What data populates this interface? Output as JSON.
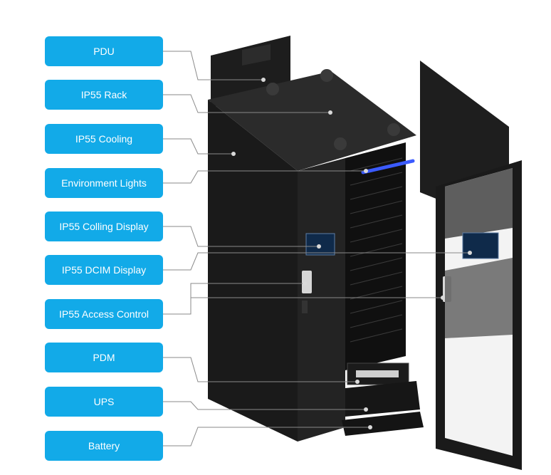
{
  "labels": [
    {
      "id": "pdu",
      "text": "PDU"
    },
    {
      "id": "ip55-rack",
      "text": "IP55 Rack"
    },
    {
      "id": "ip55-cooling",
      "text": "IP55 Cooling"
    },
    {
      "id": "environment-lights",
      "text": "Environment Lights"
    },
    {
      "id": "ip55-colling-display",
      "text": "IP55 Colling Display"
    },
    {
      "id": "ip55-dcim-display",
      "text": "IP55 DCIM Display"
    },
    {
      "id": "ip55-access-control",
      "text": "IP55 Access Control"
    },
    {
      "id": "pdm",
      "text": "PDM"
    },
    {
      "id": "ups",
      "text": "UPS"
    },
    {
      "id": "battery",
      "text": "Battery"
    }
  ],
  "colors": {
    "label_bg": "#12aae8",
    "label_text": "#ffffff",
    "leader_line": "#8a8a8a",
    "cabinet": "#1c1c1c",
    "environment_light": "#3b5bff"
  }
}
